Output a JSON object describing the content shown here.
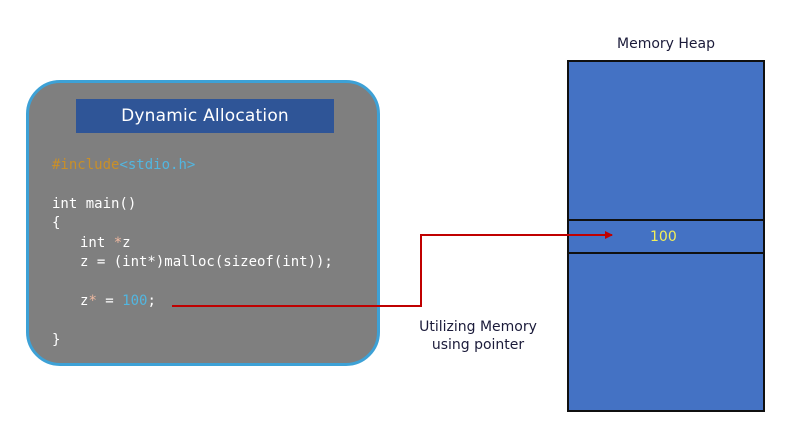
{
  "panel": {
    "title": "Dynamic Allocation"
  },
  "code": {
    "include_directive": "#include",
    "include_header": "<stdio.h>",
    "main_sig": "int main()",
    "open_brace": "{",
    "decl_type": "int ",
    "decl_star": "*",
    "decl_var": "z",
    "malloc_line": "z = (int*)malloc(sizeof(int));",
    "assign_var": "z",
    "assign_star": "*",
    "assign_op": " = ",
    "assign_value": "100",
    "assign_end": ";",
    "close_brace": "}"
  },
  "heap": {
    "title": "Memory Heap",
    "cell_value": "100"
  },
  "caption": {
    "line1": "Utilizing Memory",
    "line2": "using pointer"
  },
  "colors": {
    "panel_bg": "#7f7f7f",
    "panel_border": "#3da1d6",
    "title_bg": "#2f5597",
    "heap_bg": "#4472c4",
    "arrow": "#c00000",
    "cell_text": "#f2ef5a"
  }
}
